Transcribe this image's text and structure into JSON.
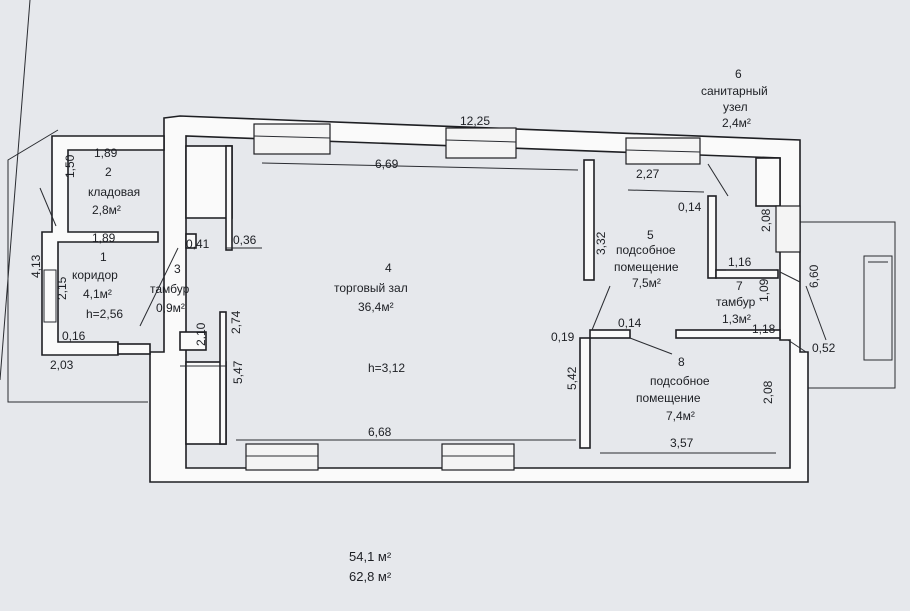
{
  "rooms": [
    {
      "id": "1",
      "name": "коридор",
      "area": "4,1м²",
      "height": "h=2,56"
    },
    {
      "id": "2",
      "name": "кладовая",
      "area": "2,8м²"
    },
    {
      "id": "3",
      "name": "тамбур",
      "area": "0,9м²"
    },
    {
      "id": "4",
      "name": "торговый зал",
      "area": "36,4м²",
      "height": "h=3,12"
    },
    {
      "id": "5",
      "name_line1": "подсобное",
      "name_line2": "помещение",
      "area": "7,5м²"
    },
    {
      "id": "6",
      "name_line1": "санитарный",
      "name_line2": "узел",
      "area": "2,4м²"
    },
    {
      "id": "7",
      "name": "тамбур",
      "area": "1,3м²"
    },
    {
      "id": "8",
      "name_line1": "подсобное",
      "name_line2": "помещение",
      "area": "7,4м²"
    }
  ],
  "dimensions": {
    "d_12_25": "12,25",
    "d_6_69": "6,69",
    "d_6_68": "6,68",
    "d_1_89_top": "1,89",
    "d_1_89_mid": "1,89",
    "d_1_50": "1,50",
    "d_4_13": "4,13",
    "d_2_15": "2,15",
    "d_0_16": "0,16",
    "d_2_03": "2,03",
    "d_0_41": "0,41",
    "d_0_36": "0,36",
    "d_2_10": "2,10",
    "d_2_74": "2,74",
    "d_5_47": "5,47",
    "d_3_32": "3,32",
    "d_2_27": "2,27",
    "d_0_14_a": "0,14",
    "d_2_08_a": "2,08",
    "d_1_16": "1,16",
    "d_6_60": "6,60",
    "d_1_09": "1,09",
    "d_0_19": "0,19",
    "d_0_14_b": "0,14",
    "d_1_18": "1,18",
    "d_0_52": "0,52",
    "d_5_42": "5,42",
    "d_2_08_b": "2,08",
    "d_3_57": "3,57"
  },
  "totals": {
    "area_main": "54,1 м²",
    "area_total": "62,8 м²"
  }
}
